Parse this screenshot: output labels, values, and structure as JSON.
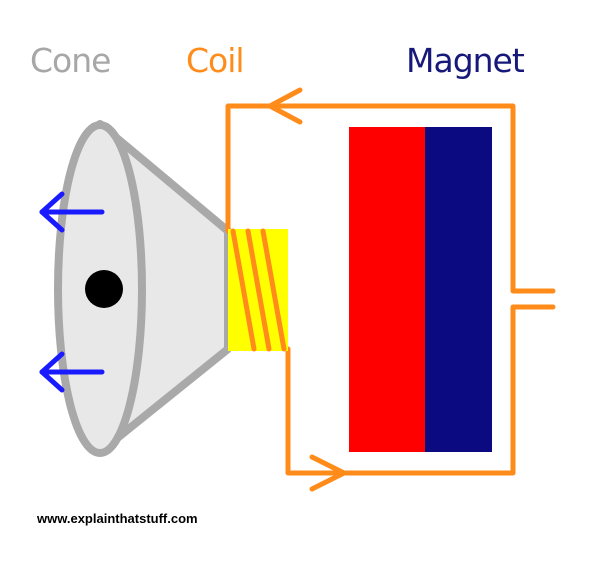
{
  "labels": {
    "cone": "Cone",
    "coil": "Coil",
    "magnet": "Magnet"
  },
  "credit": "www.explainthatstuff.com",
  "colors": {
    "cone_label": "#a7a7a7",
    "coil_label": "#ff8c1a",
    "magnet_label": "#16197a",
    "cone_fill": "#e8e8e8",
    "cone_stroke": "#a9a9a9",
    "wire": "#ff8c1a",
    "coil_former": "#ffff00",
    "magnet_north": "#ff0000",
    "magnet_south": "#0c0a80",
    "motion_arrows": "#1a1aff",
    "center_dot": "#000000"
  }
}
